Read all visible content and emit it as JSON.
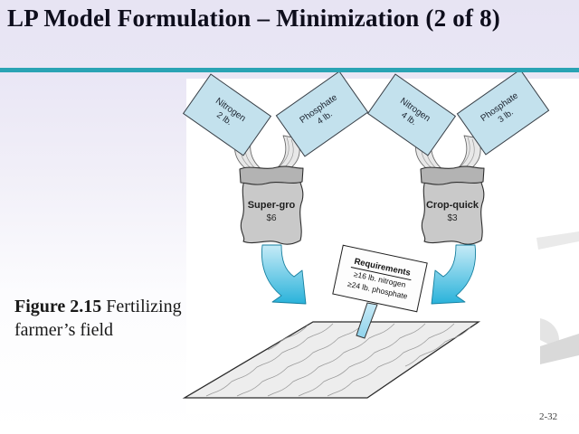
{
  "slide": {
    "title": "LP Model Formulation – Minimization (2 of 8)",
    "page_number": "2-32",
    "accent_color": "#2aa3b4",
    "background_top_color": "#e8e5f4"
  },
  "figure": {
    "caption_figure_number": "Figure 2.15",
    "caption_line1_rest": " Fertilizing",
    "caption_line2": "farmer’s field",
    "ingredient_boxes": [
      {
        "name": "Nitrogen",
        "amount": "2 lb."
      },
      {
        "name": "Phosphate",
        "amount": "4 lb."
      },
      {
        "name": "Nitrogen",
        "amount": "4 lb."
      },
      {
        "name": "Phosphate",
        "amount": "3 lb."
      }
    ],
    "bags": [
      {
        "name": "Super-gro",
        "price": "$6"
      },
      {
        "name": "Crop-quick",
        "price": "$3"
      }
    ],
    "sign": {
      "heading": "Requirements",
      "lines": [
        "≥16 lb. nitrogen",
        "≥24 lb. phosphate"
      ]
    },
    "colors": {
      "ingredient_box_fill": "#c3e1ed",
      "bag_fill": "#c9c9c9",
      "bag_band_fill": "#b3b3b3",
      "arrow_fill": "#29b2da",
      "field_fill": "#ededed",
      "sign_post_fill": "#a9ddf0"
    }
  }
}
